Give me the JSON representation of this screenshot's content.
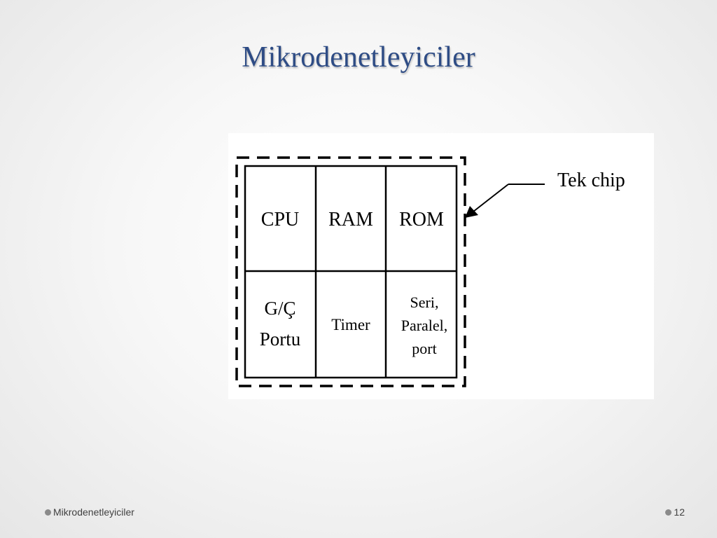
{
  "slide": {
    "title": "Mikrodenetleyiciler"
  },
  "diagram": {
    "cells": {
      "cpu": "CPU",
      "ram": "RAM",
      "rom": "ROM",
      "io_line1": "G/Ç",
      "io_line2": "Portu",
      "timer": "Timer",
      "serial_line1": "Seri,",
      "serial_line2": "Paralel,",
      "serial_line3": "port"
    },
    "callout": "Tek chip"
  },
  "footer": {
    "left_text": "Mikrodenetleyiciler",
    "page_number": "12"
  }
}
